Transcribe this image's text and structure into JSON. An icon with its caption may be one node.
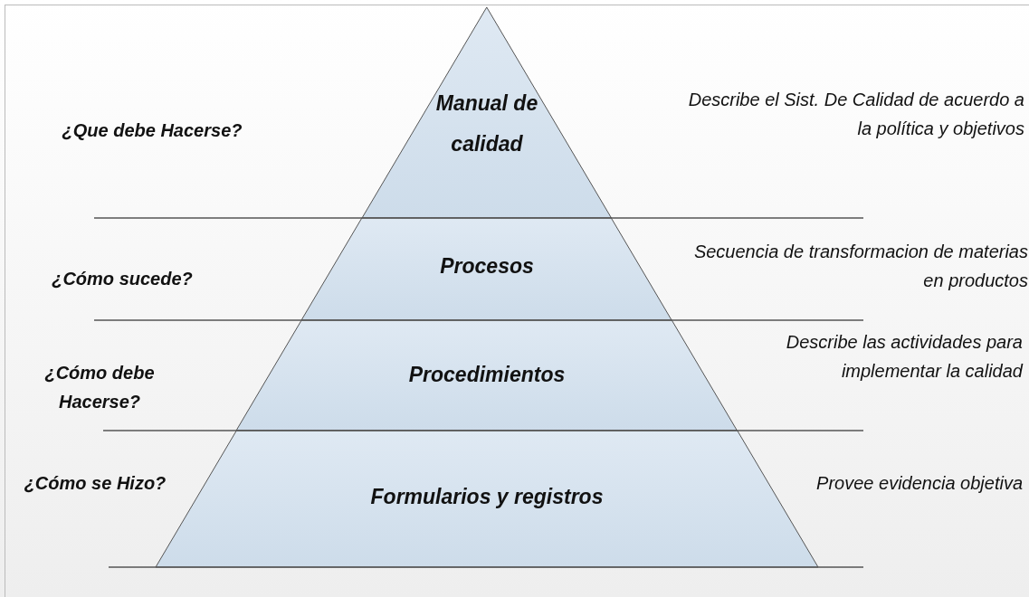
{
  "diagram": {
    "nodes": [
      {
        "text": [
          "Manual de calidad"
        ]
      },
      {
        "text": [
          "Procesos"
        ]
      },
      {
        "text": [
          "Procedimientos"
        ]
      },
      {
        "text": [
          "Formularios y registros"
        ]
      }
    ],
    "labels": [
      "¿Que debe Hacerse?",
      "Describe el Sist. De Calidad de acuerdo a la política y objetivos",
      "¿Cómo sucede?",
      "Secuencia de transformacion de materias en productos",
      "¿Cómo debe Hacerse?",
      "Describe las  actividades para implementar la calidad",
      "¿Cómo se Hizo?",
      "Provee evidencia objetiva"
    ]
  }
}
